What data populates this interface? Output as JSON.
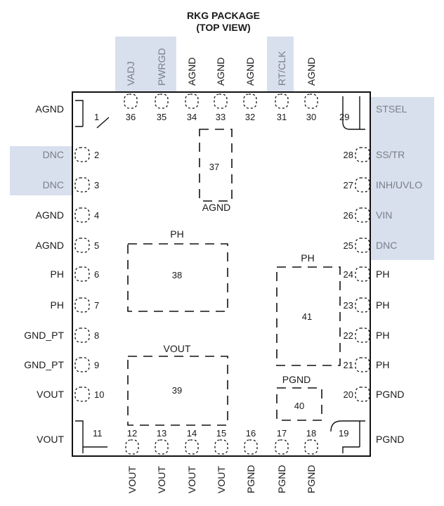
{
  "title": {
    "line1": "RKG PACKAGE",
    "line2": "(TOP VIEW)"
  },
  "colors": {
    "highlight": "#d8e0ee",
    "muted_label": "#7a7f86",
    "outline": "#111111"
  },
  "left_pins": [
    {
      "num": "1",
      "label": "AGND",
      "muted": false
    },
    {
      "num": "2",
      "label": "DNC",
      "muted": true
    },
    {
      "num": "3",
      "label": "DNC",
      "muted": true
    },
    {
      "num": "4",
      "label": "AGND",
      "muted": false
    },
    {
      "num": "5",
      "label": "AGND",
      "muted": false
    },
    {
      "num": "6",
      "label": "PH",
      "muted": false
    },
    {
      "num": "7",
      "label": "PH",
      "muted": false
    },
    {
      "num": "8",
      "label": "GND_PT",
      "muted": false
    },
    {
      "num": "9",
      "label": "GND_PT",
      "muted": false
    },
    {
      "num": "10",
      "label": "VOUT",
      "muted": false
    },
    {
      "num": "11",
      "label": "VOUT",
      "muted": false
    }
  ],
  "right_pins": [
    {
      "num": "29",
      "label": "STSEL",
      "muted": true
    },
    {
      "num": "28",
      "label": "SS/TR",
      "muted": true
    },
    {
      "num": "27",
      "label": "INH/UVLO",
      "muted": true
    },
    {
      "num": "26",
      "label": "VIN",
      "muted": true
    },
    {
      "num": "25",
      "label": "DNC",
      "muted": true
    },
    {
      "num": "24",
      "label": "PH",
      "muted": false
    },
    {
      "num": "23",
      "label": "PH",
      "muted": false
    },
    {
      "num": "22",
      "label": "PH",
      "muted": false
    },
    {
      "num": "21",
      "label": "PH",
      "muted": false
    },
    {
      "num": "20",
      "label": "PGND",
      "muted": false
    },
    {
      "num": "19",
      "label": "PGND",
      "muted": false
    }
  ],
  "top_pins": [
    {
      "num": "36",
      "label": "VADJ",
      "muted": true
    },
    {
      "num": "35",
      "label": "PWRGD",
      "muted": true
    },
    {
      "num": "34",
      "label": "AGND",
      "muted": false
    },
    {
      "num": "33",
      "label": "AGND",
      "muted": false
    },
    {
      "num": "32",
      "label": "AGND",
      "muted": false
    },
    {
      "num": "31",
      "label": "RT/CLK",
      "muted": true
    },
    {
      "num": "30",
      "label": "AGND",
      "muted": false
    }
  ],
  "bottom_pins": [
    {
      "num": "12",
      "label": "VOUT",
      "muted": false
    },
    {
      "num": "13",
      "label": "VOUT",
      "muted": false
    },
    {
      "num": "14",
      "label": "VOUT",
      "muted": false
    },
    {
      "num": "15",
      "label": "VOUT",
      "muted": false
    },
    {
      "num": "16",
      "label": "PGND",
      "muted": false
    },
    {
      "num": "17",
      "label": "PGND",
      "muted": false
    },
    {
      "num": "18",
      "label": "PGND",
      "muted": false
    }
  ],
  "exposed_pads": [
    {
      "num": "37",
      "label": "AGND"
    },
    {
      "num": "38",
      "label": "PH"
    },
    {
      "num": "39",
      "label": "VOUT"
    },
    {
      "num": "40",
      "label": "PGND"
    },
    {
      "num": "41",
      "label": "PH"
    }
  ]
}
